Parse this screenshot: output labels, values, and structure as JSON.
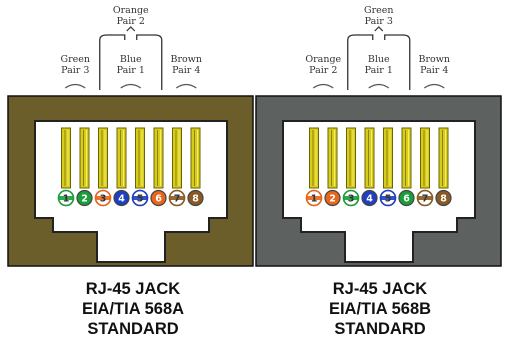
{
  "jacks": [
    {
      "frame_color": "#6b5e2a",
      "pair_labels": {
        "top": [
          "Orange",
          "Pair 2"
        ],
        "left": [
          "Green",
          "Pair 3"
        ],
        "middle": [
          "Blue",
          "Pair 1"
        ],
        "right": [
          "Brown",
          "Pair 4"
        ]
      },
      "pins": [
        {
          "number": "1",
          "color": "#ffffff",
          "stripe": "#1a9e3a"
        },
        {
          "number": "2",
          "color": "#1a9e3a",
          "stripe": ""
        },
        {
          "number": "3",
          "color": "#ffffff",
          "stripe": "#e8661a"
        },
        {
          "number": "4",
          "color": "#1d3fc0",
          "stripe": ""
        },
        {
          "number": "5",
          "color": "#ffffff",
          "stripe": "#1d3fc0"
        },
        {
          "number": "6",
          "color": "#e8661a",
          "stripe": ""
        },
        {
          "number": "7",
          "color": "#ffffff",
          "stripe": "#8a5a22"
        },
        {
          "number": "8",
          "color": "#8a5a22",
          "stripe": ""
        }
      ],
      "caption": [
        "RJ-45 JACK",
        "EIA/TIA 568A",
        "STANDARD"
      ]
    },
    {
      "frame_color": "#5d6260",
      "pair_labels": {
        "top": [
          "Green",
          "Pair 3"
        ],
        "left": [
          "Orange",
          "Pair 2"
        ],
        "middle": [
          "Blue",
          "Pair 1"
        ],
        "right": [
          "Brown",
          "Pair 4"
        ]
      },
      "pins": [
        {
          "number": "1",
          "color": "#ffffff",
          "stripe": "#e8661a"
        },
        {
          "number": "2",
          "color": "#e8661a",
          "stripe": ""
        },
        {
          "number": "3",
          "color": "#ffffff",
          "stripe": "#1a9e3a"
        },
        {
          "number": "4",
          "color": "#1d3fc0",
          "stripe": ""
        },
        {
          "number": "5",
          "color": "#ffffff",
          "stripe": "#1d3fc0"
        },
        {
          "number": "6",
          "color": "#1a9e3a",
          "stripe": ""
        },
        {
          "number": "7",
          "color": "#ffffff",
          "stripe": "#8a5a22"
        },
        {
          "number": "8",
          "color": "#8a5a22",
          "stripe": ""
        }
      ],
      "caption": [
        "RJ-45 JACK",
        "EIA/TIA 568B",
        "STANDARD"
      ]
    }
  ],
  "contact_color": "#d8cc1a"
}
